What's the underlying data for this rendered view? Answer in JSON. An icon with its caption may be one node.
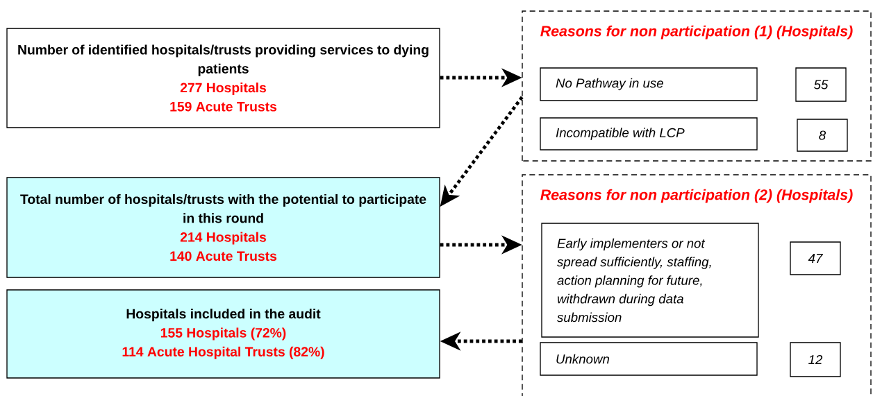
{
  "diagram": {
    "nodes": [
      {
        "text": [
          "Number of identified hospitals/trusts providing services to dying patients",
          "277 Hospitals",
          "159 Acute Trusts"
        ]
      },
      {
        "text": [
          "Reasons for non participation (1) (Hospitals)"
        ]
      },
      {
        "text": [
          "No Pathway in use"
        ],
        "in": 1
      },
      {
        "text": [
          "55"
        ],
        "in": 1
      },
      {
        "text": [
          "Incompatible with LCP"
        ],
        "in": 1
      },
      {
        "text": [
          "8"
        ],
        "in": 1
      },
      {
        "text": [
          "Total number of hospitals/trusts with the potential to participate in this round",
          "214 Hospitals",
          "140 Acute Trusts"
        ]
      },
      {
        "text": [
          "Reasons for non participation (2) (Hospitals)"
        ]
      },
      {
        "text": [
          "Early implementers or not spread sufficiently, staffing, action planning for future, withdrawn during data submission"
        ],
        "in": 7
      },
      {
        "text": [
          "47"
        ],
        "in": 7
      },
      {
        "text": [
          "Unknown"
        ],
        "in": 7
      },
      {
        "text": [
          "12"
        ],
        "in": 7
      },
      {
        "text": [
          "Hospitals included in the audit",
          "155 Hospitals (72%)",
          "114 Acute Hospital Trusts (82%)"
        ]
      }
    ],
    "edges": [
      {
        "from": 0,
        "to": 1,
        "arrow": "to"
      },
      {
        "from": 1,
        "to": 6,
        "arrow": "to"
      },
      {
        "from": 6,
        "to": 7,
        "arrow": "to"
      },
      {
        "from": 7,
        "to": 12,
        "arrow": "to"
      }
    ]
  }
}
